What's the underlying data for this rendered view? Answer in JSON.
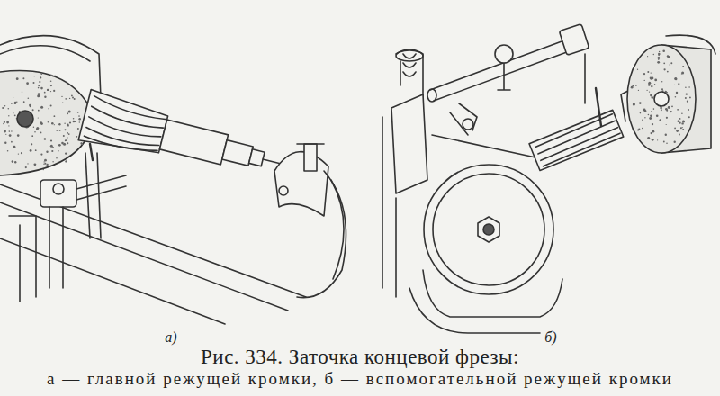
{
  "diagram": {
    "caption": "Рис. 334. Заточка концевой фрезы:",
    "labels": [
      "а)",
      "б)",
      "а — главной режущей кромки, б — вспомогательной режущей кромки"
    ]
  }
}
